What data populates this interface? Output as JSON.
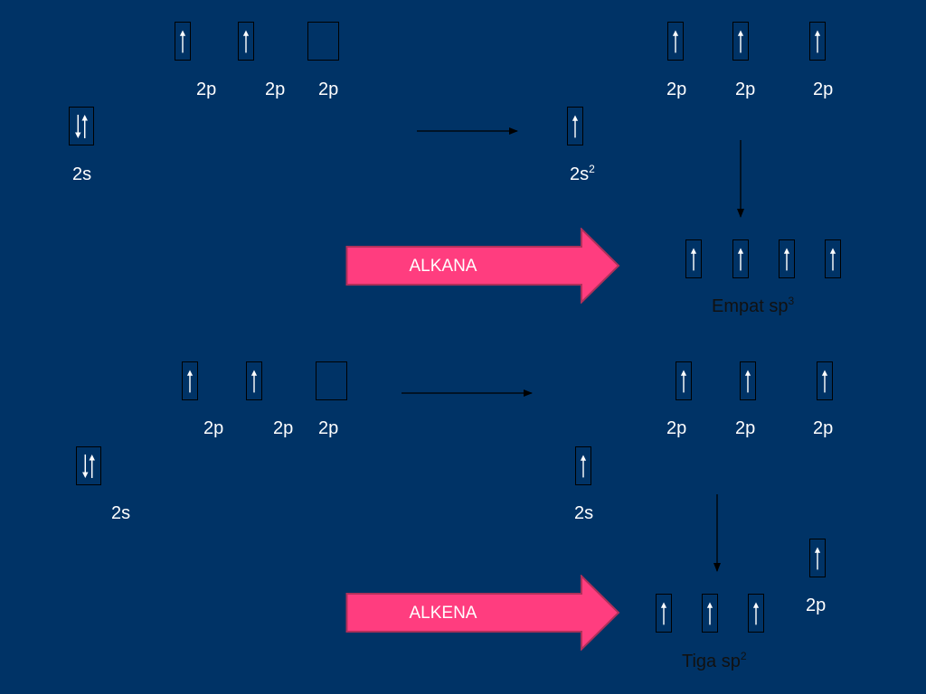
{
  "colors": {
    "background": "#003366",
    "arrow_fill": "#FF3D7F",
    "arrow_stroke": "#B0305A",
    "label": "#FFFFFF",
    "box_border": "#000000"
  },
  "alkana": {
    "ground_2p": [
      {
        "label": "2p",
        "spin": "up"
      },
      {
        "label": "2p",
        "spin": "up"
      },
      {
        "label": "2p",
        "spin": "empty"
      }
    ],
    "ground_2s": {
      "label": "2s",
      "spin": "pair"
    },
    "excited_2p": [
      {
        "label": "2p",
        "spin": "up"
      },
      {
        "label": "2p",
        "spin": "up"
      },
      {
        "label": "2p",
        "spin": "up"
      }
    ],
    "excited_2s": {
      "label_main": "2s",
      "label_sup": "2",
      "spin": "up"
    },
    "hybrid_orbitals": [
      "up",
      "up",
      "up",
      "up"
    ],
    "hybrid_label_main": "Empat sp",
    "hybrid_label_sup": "3",
    "arrow_label": "ALKANA"
  },
  "alkena": {
    "ground_2p": [
      {
        "label": "2p",
        "spin": "up"
      },
      {
        "label": "2p",
        "spin": "up"
      },
      {
        "label": "2p",
        "spin": "empty"
      }
    ],
    "ground_2s": {
      "label": "2s",
      "spin": "pair"
    },
    "excited_2p": [
      {
        "label": "2p",
        "spin": "up"
      },
      {
        "label": "2p",
        "spin": "up"
      },
      {
        "label": "2p",
        "spin": "up"
      }
    ],
    "excited_2s": {
      "label": "2s",
      "spin": "up"
    },
    "hybrid_orbitals": [
      "up",
      "up",
      "up"
    ],
    "remaining_p": {
      "label": "2p",
      "spin": "up"
    },
    "hybrid_label_main": "Tiga sp",
    "hybrid_label_sup": "2",
    "arrow_label": "ALKENA"
  }
}
